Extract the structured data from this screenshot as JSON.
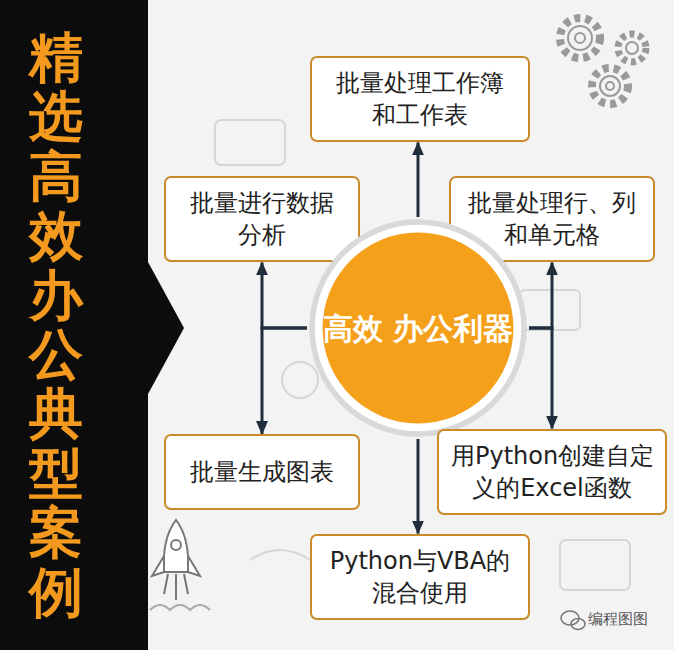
{
  "diagram": {
    "title": "精选高效办公典型案例",
    "nodes": [
      {
        "text": [
          "批量处理工作簿 和工作表"
        ]
      },
      {
        "text": [
          "批量进行数据 分析"
        ]
      },
      {
        "text": [
          "批量处理行、列 和单元格"
        ]
      },
      {
        "text": [
          "高效 办公利器"
        ]
      },
      {
        "text": [
          "批量生成图表"
        ]
      },
      {
        "text": [
          "用Python创建自定 义的Excel函数"
        ]
      },
      {
        "text": [
          "Python与VBA的 混合使用"
        ]
      }
    ],
    "edges": [
      {
        "from": 3,
        "to": 0,
        "arrow": "to"
      },
      {
        "from": 3,
        "to": 1,
        "arrow": "to"
      },
      {
        "from": 3,
        "to": 2,
        "arrow": "to"
      },
      {
        "from": 3,
        "to": 4,
        "arrow": "to"
      },
      {
        "from": 3,
        "to": 5,
        "arrow": "to"
      },
      {
        "from": 3,
        "to": 6,
        "arrow": "to"
      }
    ],
    "labels": [
      "编程图图"
    ]
  }
}
